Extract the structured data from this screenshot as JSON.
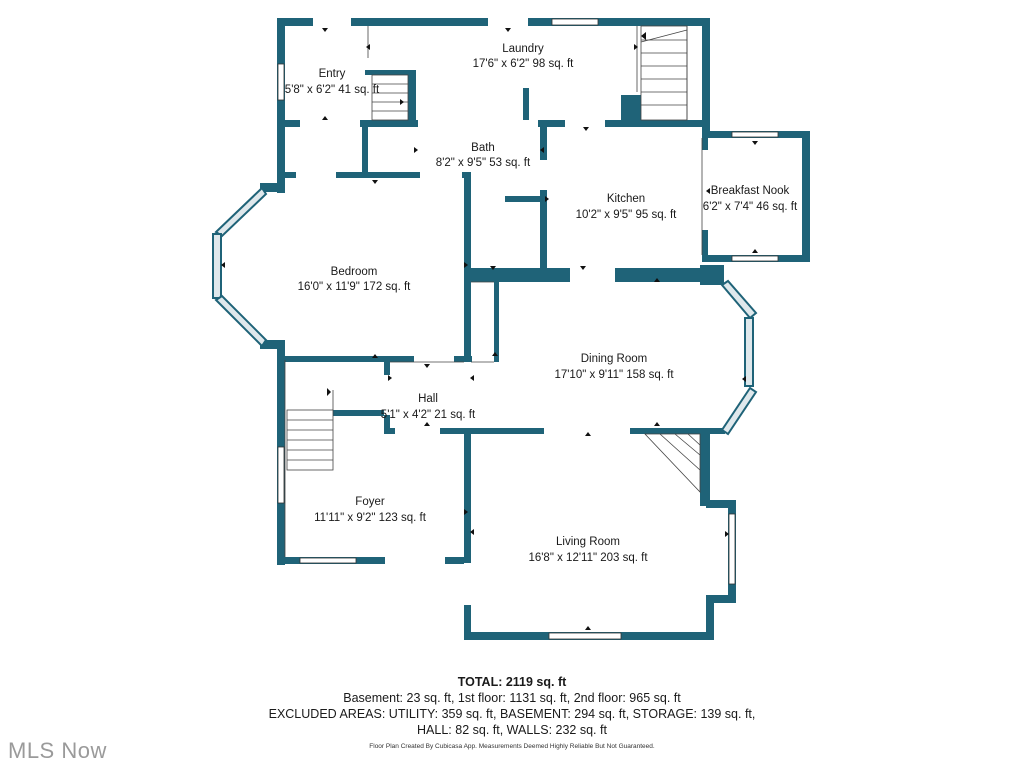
{
  "colors": {
    "wall": "#1f6378",
    "stroke": "#333333",
    "window": "#dfe8ec"
  },
  "rooms": [
    {
      "id": "entry",
      "name": "Entry",
      "dims": "5'8\" x 6'2\" 41 sq. ft"
    },
    {
      "id": "laundry",
      "name": "Laundry",
      "dims": "17'6\" x 6'2\" 98 sq. ft"
    },
    {
      "id": "bath",
      "name": "Bath",
      "dims": "8'2\" x 9'5\" 53 sq. ft"
    },
    {
      "id": "kitchen",
      "name": "Kitchen",
      "dims": "10'2\" x 9'5\" 95 sq. ft"
    },
    {
      "id": "breakfast-nook",
      "name": "Breakfast Nook",
      "dims": "6'2\" x 7'4\" 46 sq. ft"
    },
    {
      "id": "bedroom",
      "name": "Bedroom",
      "dims": "16'0\" x 11'9\" 172 sq. ft"
    },
    {
      "id": "dining-room",
      "name": "Dining Room",
      "dims": "17'10\" x 9'11\" 158 sq. ft"
    },
    {
      "id": "hall",
      "name": "Hall",
      "dims": "5'1\" x 4'2\" 21 sq. ft"
    },
    {
      "id": "foyer",
      "name": "Foyer",
      "dims": "11'11\" x 9'2\" 123 sq. ft"
    },
    {
      "id": "living-room",
      "name": "Living Room",
      "dims": "16'8\" x 12'11\" 203 sq. ft"
    }
  ],
  "totals": {
    "total": "TOTAL: 2119 sq. ft",
    "line1": "Basement: 23 sq. ft, 1st floor: 1131 sq. ft, 2nd floor: 965 sq. ft",
    "line2": "EXCLUDED AREAS: UTILITY: 359 sq. ft, BASEMENT: 294 sq. ft, STORAGE: 139 sq. ft,",
    "line3": "HALL: 82 sq. ft, WALLS: 232 sq. ft"
  },
  "credit": "Floor Plan Created By Cubicasa App. Measurements Deemed Highly Reliable But Not Guaranteed.",
  "brand": "MLS Now"
}
